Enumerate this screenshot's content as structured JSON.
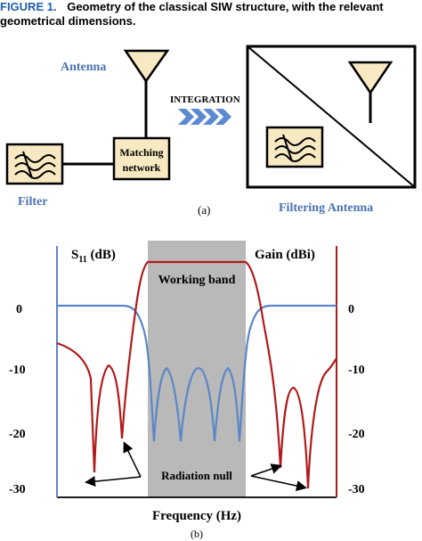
{
  "caption": {
    "line1_label": "FIGURE 1.",
    "line1_text": "Geometry of the classical SIW structure, with the relevant",
    "line2_text": "geometrical dimensions."
  },
  "part_a": {
    "antenna_label": "Antenna",
    "integration_label": "INTEGRATION",
    "matching_line1": "Matching",
    "matching_line2": "network",
    "filter_label": "Filter",
    "filtering_antenna_label": "Filtering Antenna",
    "sublabel": "(a)"
  },
  "part_b": {
    "s11_label": "S",
    "s11_sub": "11",
    "s11_unit": " (dB)",
    "gain_label": "Gain (dBi)",
    "working_band_label": "Working band",
    "radiation_null_label": "Radiation null",
    "xlabel": "Frequency (Hz)",
    "sublabel": "(b)",
    "left_ticks": [
      "0",
      "-10",
      "-20",
      "-30"
    ],
    "right_ticks": [
      "0",
      "-10",
      "-20",
      "-30"
    ]
  },
  "colors": {
    "caption": "#1f5fa8",
    "label_blue": "#4a72b0",
    "s11_curve": "#5b86c7",
    "gain_curve": "#b01a1a",
    "box_fill": "#f7eac2",
    "band_fill": "#b9b9b9",
    "arrow": "#5b8ad0"
  }
}
